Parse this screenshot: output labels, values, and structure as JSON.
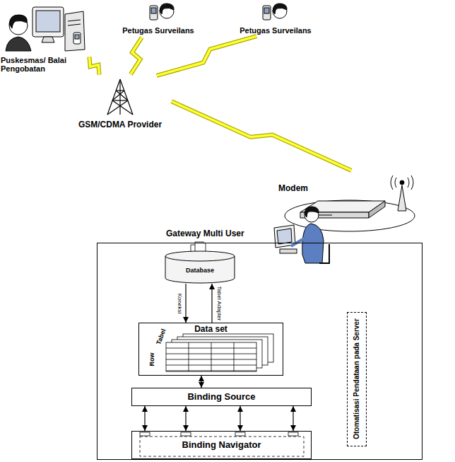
{
  "diagram": {
    "nodes": [
      {
        "text": [
          "Puskesmas/ Balai Pengobatan"
        ]
      },
      {
        "text": [
          "Petugas Surveilans"
        ]
      },
      {
        "text": [
          "Petugas Surveilans"
        ]
      },
      {
        "text": [
          "GSM/CDMA Provider"
        ]
      },
      {
        "text": [
          "Modem"
        ]
      },
      {
        "text": [
          "Gateway Multi User"
        ]
      },
      {
        "text": [
          "Database"
        ],
        "in": 5
      },
      {
        "text": [
          "Data set"
        ],
        "in": 5
      },
      {
        "text": [
          "Binding Source"
        ],
        "in": 5
      },
      {
        "text": [
          "Binding Navigator"
        ],
        "in": 5
      },
      {
        "text": [
          "Otomatisasi Pendataan pada Server"
        ],
        "in": 5
      }
    ],
    "edges": [
      {
        "from": 0,
        "to": 3,
        "arrow": "none"
      },
      {
        "from": 1,
        "to": 3,
        "arrow": "none"
      },
      {
        "from": 2,
        "to": 3,
        "arrow": "none"
      },
      {
        "from": 3,
        "to": 4,
        "arrow": "none"
      },
      {
        "from": 6,
        "to": 7,
        "label": "Koneksi",
        "arrow": "to"
      },
      {
        "from": 7,
        "to": 6,
        "label": "Tabel Adapter",
        "arrow": "to"
      },
      {
        "from": 7,
        "to": 8,
        "arrow": "both"
      },
      {
        "from": 8,
        "to": 9,
        "arrow": "both"
      },
      {
        "from": 8,
        "to": 9,
        "arrow": "both"
      },
      {
        "from": 8,
        "to": 9,
        "arrow": "both"
      },
      {
        "from": 8,
        "to": 9,
        "arrow": "both"
      }
    ],
    "labels": [
      "Tabel",
      "Row"
    ]
  }
}
